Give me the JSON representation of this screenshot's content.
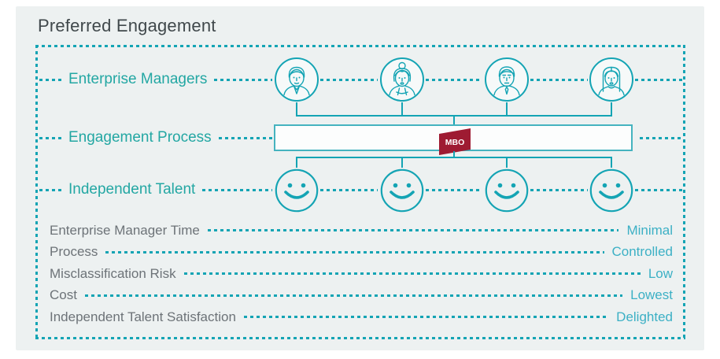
{
  "title": "Preferred Engagement",
  "colors": {
    "teal_line": "#14a4b4",
    "row_label_teal": "#23a7a3",
    "value_teal": "#3cb0c5",
    "metric_label_gray": "#6d7378",
    "badge_red": "#9e1b32",
    "card_background": "#edf1f1"
  },
  "diagram": {
    "rows": {
      "managers": {
        "label": "Enterprise Managers",
        "icon_count": 4
      },
      "process": {
        "label": "Engagement Process",
        "badge": "MBO"
      },
      "talent": {
        "label": "Independent Talent",
        "icon_count": 4
      }
    },
    "metrics": [
      {
        "label": "Enterprise Manager Time",
        "value": "Minimal"
      },
      {
        "label": "Process",
        "value": "Controlled"
      },
      {
        "label": "Misclassification Risk",
        "value": "Low"
      },
      {
        "label": "Cost",
        "value": "Lowest"
      },
      {
        "label": "Independent Talent Satisfaction",
        "value": "Delighted"
      }
    ]
  }
}
